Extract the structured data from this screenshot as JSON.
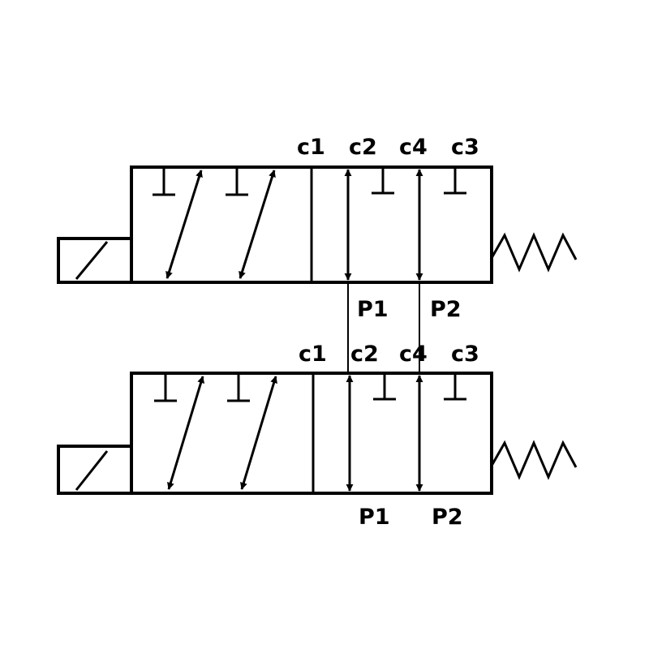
{
  "colors": {
    "line": "#000000",
    "background": "#ffffff"
  },
  "valves": [
    {
      "top_ports": {
        "c1": "c1",
        "c2": "c2",
        "c4": "c4",
        "c3": "c3"
      },
      "bottom_ports": {
        "p1": "P1",
        "p2": "P2"
      }
    },
    {
      "top_ports": {
        "c1": "c1",
        "c2": "c2",
        "c4": "c4",
        "c3": "c3"
      },
      "bottom_ports": {
        "p1": "P1",
        "p2": "P2"
      }
    }
  ]
}
